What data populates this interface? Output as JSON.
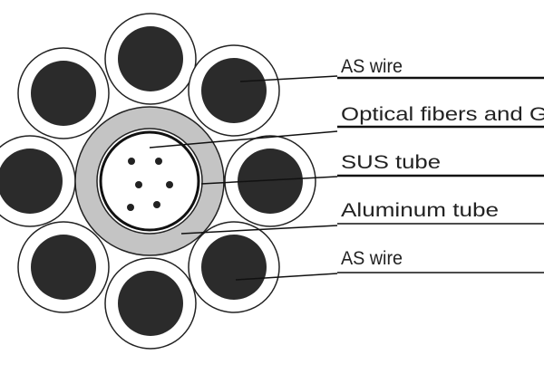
{
  "labels": [
    {
      "text": "AS wire"
    },
    {
      "text": "Optical fibers and G"
    },
    {
      "text": "SUS tube"
    },
    {
      "text": "Aluminum tube"
    },
    {
      "text": "AS wire"
    }
  ],
  "colors": {
    "wire_core": "#2b2b2b",
    "aluminum": "#c4c4c4",
    "line": "#111111"
  }
}
